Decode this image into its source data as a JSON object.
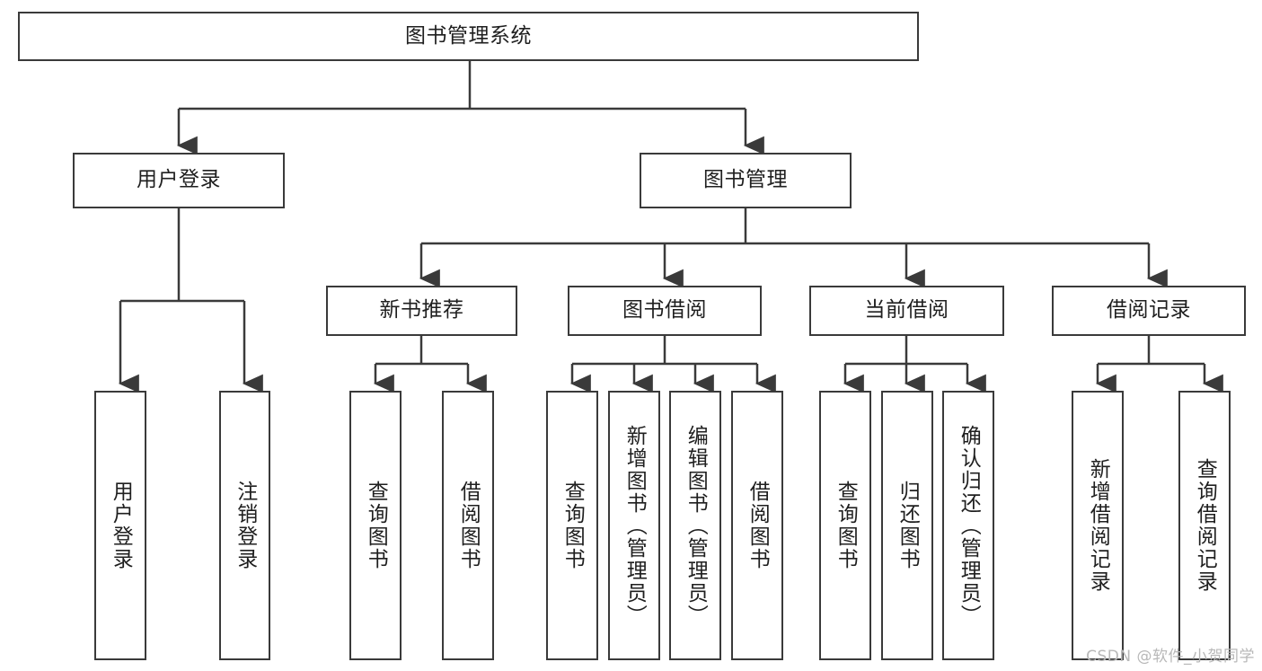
{
  "diagram": {
    "title": "图书管理系统",
    "type": "tree-hierarchy",
    "watermark": "CSDN @软件_小贺同学",
    "colors": {
      "stroke": "#3a3a3a",
      "fill": "#ffffff",
      "text": "#1f1f1f",
      "watermark": "#b8b8b8"
    },
    "nodes": {
      "root": {
        "label": "图书管理系统"
      },
      "level2": [
        {
          "id": "user-login",
          "label": "用户登录"
        },
        {
          "id": "book-management",
          "label": "图书管理"
        }
      ],
      "level3": [
        {
          "id": "new-book-recommend",
          "label": "新书推荐"
        },
        {
          "id": "book-borrow",
          "label": "图书借阅"
        },
        {
          "id": "current-borrow",
          "label": "当前借阅"
        },
        {
          "id": "borrow-record",
          "label": "借阅记录"
        }
      ],
      "leaves": {
        "user_login": [
          {
            "id": "leaf-user-login",
            "label": "用户登录"
          },
          {
            "id": "leaf-logout-login",
            "label": "注销登录"
          }
        ],
        "new_book_recommend": [
          {
            "id": "leaf-query-book-1",
            "label": "查询图书"
          },
          {
            "id": "leaf-borrow-book-1",
            "label": "借阅图书"
          }
        ],
        "book_borrow": [
          {
            "id": "leaf-query-book-2",
            "label": "查询图书"
          },
          {
            "id": "leaf-add-book",
            "label": "新增图书（管理员）"
          },
          {
            "id": "leaf-edit-book",
            "label": "编辑图书（管理员）"
          },
          {
            "id": "leaf-borrow-book-2",
            "label": "借阅图书"
          }
        ],
        "current_borrow": [
          {
            "id": "leaf-query-book-3",
            "label": "查询图书"
          },
          {
            "id": "leaf-return-book",
            "label": "归还图书"
          },
          {
            "id": "leaf-confirm-return",
            "label": "确认归还（管理员）"
          }
        ],
        "borrow_record": [
          {
            "id": "leaf-add-record",
            "label": "新增借阅记录"
          },
          {
            "id": "leaf-query-record",
            "label": "查询借阅记录"
          }
        ]
      }
    }
  }
}
